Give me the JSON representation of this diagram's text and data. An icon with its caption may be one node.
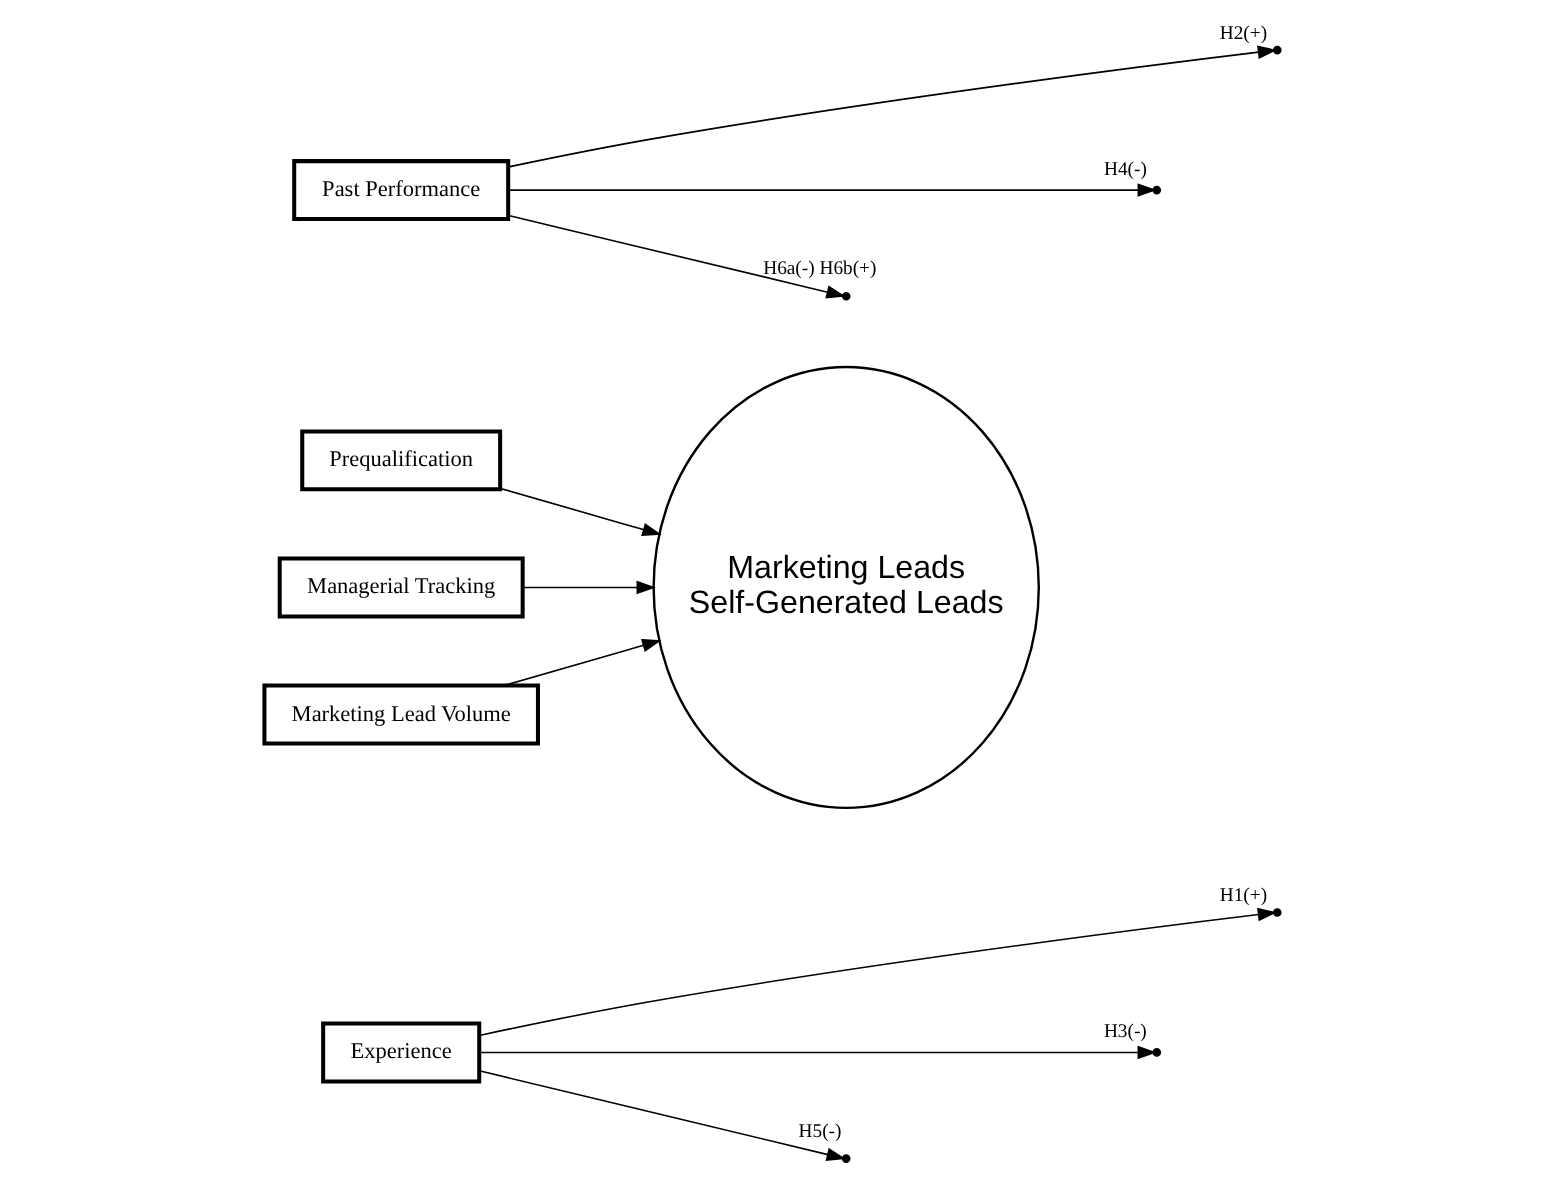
{
  "diagram": {
    "nodes": [
      {
        "text": [
          "Experience"
        ]
      },
      {
        "text": [
          "Prequalification"
        ]
      },
      {
        "text": [
          "Managerial Tracking"
        ]
      },
      {
        "text": [
          "Marketing Lead Volume"
        ]
      },
      {
        "text": [
          "Marketing Leads",
          "Self-Generated Leads"
        ]
      },
      {
        "text": [
          "Past Performance"
        ]
      }
    ],
    "edges": [
      {
        "from": 1,
        "to": 4,
        "arrow": "to"
      },
      {
        "from": 2,
        "to": 4,
        "arrow": "to"
      },
      {
        "from": 3,
        "to": 4,
        "arrow": "to"
      },
      {
        "from": 0,
        "to": null,
        "arrow": "to",
        "label": "H1(+)"
      },
      {
        "from": 0,
        "to": null,
        "arrow": "to",
        "label": "H3(-)"
      },
      {
        "from": 0,
        "to": null,
        "arrow": "to",
        "label": "H5(-)"
      },
      {
        "from": 5,
        "to": null,
        "arrow": "to",
        "label": "H2(+)"
      },
      {
        "from": 5,
        "to": null,
        "arrow": "to",
        "label": "H4(-)"
      },
      {
        "from": 5,
        "to": null,
        "arrow": "to",
        "label": "H6a(-) H6b(+)"
      }
    ]
  }
}
